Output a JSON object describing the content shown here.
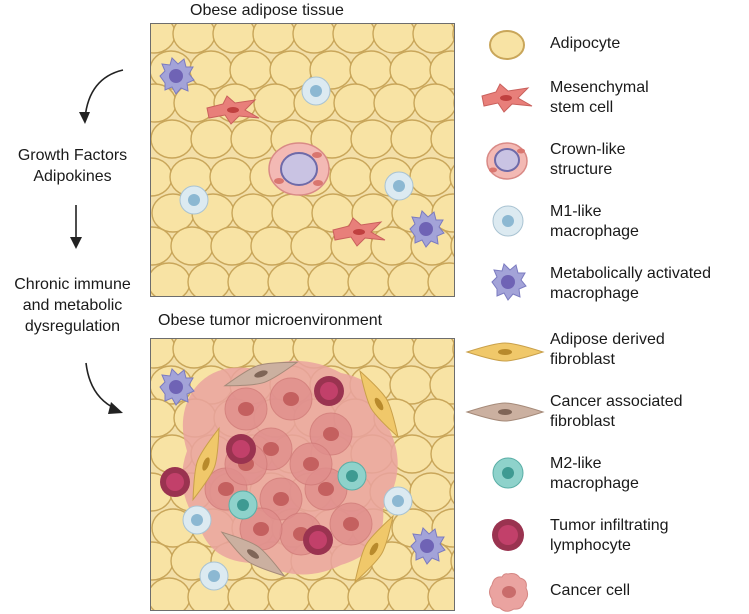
{
  "top_panel": {
    "title": "Obese adipose tissue"
  },
  "bottom_panel": {
    "title": "Obese tumor microenvironment"
  },
  "flow": [
    {
      "line1": "Growth Factors",
      "line2": "Adipokines"
    },
    {
      "line1": "Chronic immune",
      "line2": "and metabolic",
      "line3": "dysregulation"
    }
  ],
  "legend": [
    {
      "icon": "adipocyte-icon",
      "line1": "Adipocyte",
      "line2": ""
    },
    {
      "icon": "mesenchymal-stem-cell-icon",
      "line1": "Mesenchymal",
      "line2": "stem cell"
    },
    {
      "icon": "crown-like-structure-icon",
      "line1": "Crown-like",
      "line2": "structure"
    },
    {
      "icon": "m1-macrophage-icon",
      "line1": "M1-like",
      "line2": "macrophage"
    },
    {
      "icon": "metabolically-activated-macrophage-icon",
      "line1": "Metabolically activated",
      "line2": "macrophage"
    },
    {
      "icon": "adipose-derived-fibroblast-icon",
      "line1": "Adipose derived",
      "line2": "fibroblast"
    },
    {
      "icon": "cancer-associated-fibroblast-icon",
      "line1": "Cancer associated",
      "line2": "fibroblast"
    },
    {
      "icon": "m2-macrophage-icon",
      "line1": "M2-like",
      "line2": "macrophage"
    },
    {
      "icon": "tumor-infiltrating-lymphocyte-icon",
      "line1": "Tumor infiltrating",
      "line2": "lymphocyte"
    },
    {
      "icon": "cancer-cell-icon",
      "line1": "Cancer cell",
      "line2": ""
    }
  ],
  "colors": {
    "adipocyte_fill": "#f8e3a4",
    "adipocyte_stroke": "#c9a65a",
    "stem_cell": "#e87f7a",
    "m1_macrophage": "#d6e6ee",
    "activated_macrophage": "#9c9ed6",
    "adipose_fibroblast": "#f0c86a",
    "cancer_fibroblast": "#c9ad9b",
    "m2_macrophage": "#76c7c0",
    "lymphocyte": "#9a3350",
    "cancer_cell": "#e9a2a0"
  }
}
